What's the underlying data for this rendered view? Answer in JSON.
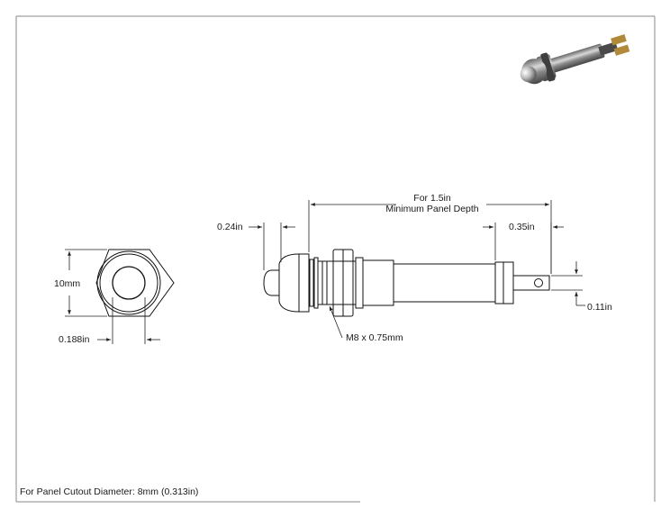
{
  "drawing": {
    "dimensions": {
      "panel_depth_line1": "For 1.5in",
      "panel_depth_line2": "Minimum Panel Depth",
      "lens_length": "0.24in",
      "terminal_length": "0.35in",
      "terminal_hole": "0.11in",
      "thread": "M8 x 0.75mm",
      "hex_height": "10mm",
      "lens_diameter": "0.188in"
    },
    "note": "For Panel Cutout Diameter: 8mm (0.313in)"
  }
}
